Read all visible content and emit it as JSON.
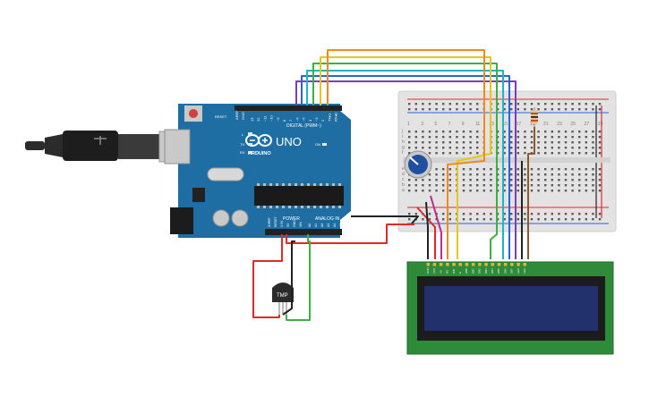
{
  "board": {
    "brand": "ARDUINO",
    "model": "UNO",
    "reset_label": "RESET",
    "digital_label": "DIGITAL (PWM~)",
    "power_label": "POWER",
    "analog_label": "ANALOG IN",
    "aref_label": "AREF",
    "gnd_label": "GND",
    "tx_label": "TX",
    "rx_label": "RX",
    "l_label": "L",
    "on_label": "ON",
    "ioref_label": "IOREF",
    "reset2_label": "RESET",
    "v33_label": "3.3V",
    "v5_label": "5V",
    "gnd2_label": "GND",
    "vin_label": "VIN",
    "digital_pins": [
      "13",
      "12",
      "~11",
      "~10",
      "~9",
      "8",
      "7",
      "~6",
      "~5",
      "4",
      "~3",
      "2",
      "TX▸1",
      "RX◂0"
    ],
    "analog_pins": [
      "A0",
      "A1",
      "A2",
      "A3",
      "A4",
      "A5"
    ]
  },
  "sensor": {
    "label": "TMP"
  },
  "lcd": {
    "pins": [
      "GND",
      "VCC",
      "V0",
      "RS",
      "RW",
      "E",
      "DB0",
      "DB1",
      "DB2",
      "DB3",
      "DB4",
      "DB5",
      "DB6",
      "DB7",
      "LED",
      "LED"
    ]
  },
  "breadboard": {
    "row_letters_top": [
      "j",
      "i",
      "h",
      "g",
      "f"
    ],
    "row_letters_bottom": [
      "e",
      "d",
      "c",
      "b",
      "a"
    ],
    "columns": [
      "1",
      "3",
      "5",
      "7",
      "9",
      "11",
      "13",
      "15",
      "17",
      "19",
      "21",
      "23",
      "25",
      "27",
      "29"
    ]
  },
  "colors": {
    "board": "#1f6ea3",
    "lcd_pcb": "#2e8b3a",
    "lcd_screen": "#22316b",
    "wire_purple": "#7b3fb5",
    "wire_blue": "#2a63d6",
    "wire_cyan": "#1fb3c4",
    "wire_green": "#3cb043",
    "wire_yellow": "#e6c619",
    "wire_orange": "#ef8a1d",
    "wire_red": "#e02a2a",
    "wire_black": "#222222",
    "wire_brown": "#8a5a2b"
  }
}
